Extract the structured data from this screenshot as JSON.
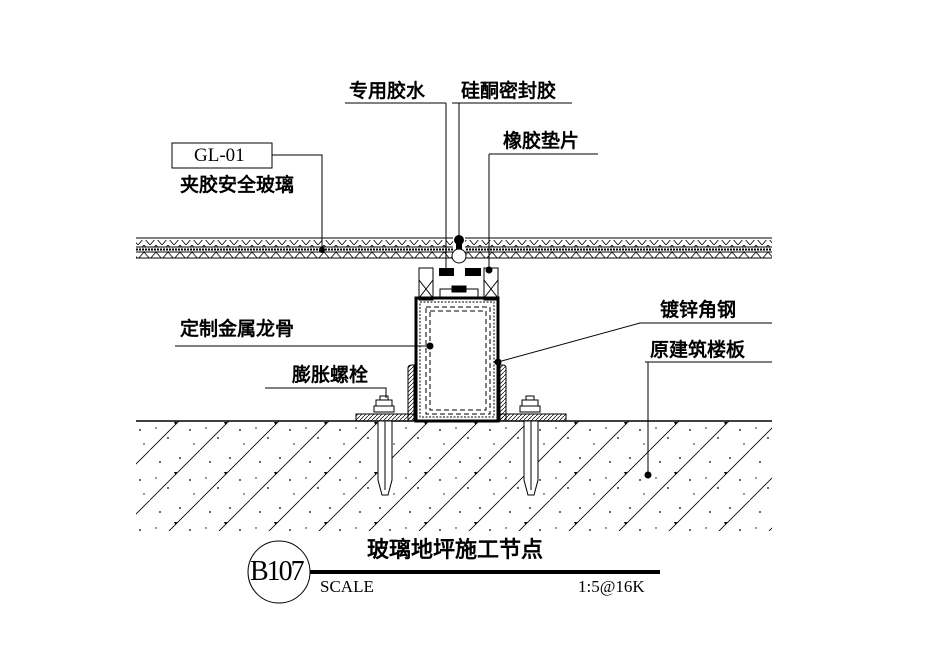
{
  "labels": {
    "special_glue": "专用胶水",
    "silicone_sealant": "硅酮密封胶",
    "rubber_pad": "橡胶垫片",
    "glass_code": "GL-01",
    "laminated_glass": "夹胶安全玻璃",
    "custom_metal_keel": "定制金属龙骨",
    "expansion_bolt": "膨胀螺栓",
    "galvanized_angle_steel": "镀锌角钢",
    "existing_floor_slab": "原建筑楼板"
  },
  "title_block": {
    "detail_id": "B107",
    "title": "玻璃地坪施工节点",
    "scale_label": "SCALE",
    "scale_value": "1:5@16K"
  }
}
